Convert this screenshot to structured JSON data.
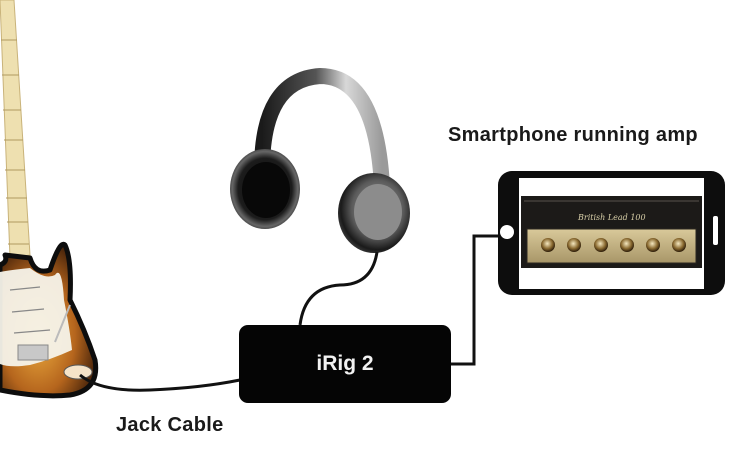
{
  "diagram": {
    "labels": {
      "phone": "Smartphone running amp",
      "jack": "Jack Cable",
      "interface": "iRig 2"
    },
    "amp_screen": {
      "brand_text": "British Lead 100",
      "knob_count": 6
    },
    "components": [
      "electric-guitar",
      "jack-cable",
      "iRig 2 interface",
      "headphones",
      "smartphone"
    ],
    "colors": {
      "cable": "#111111",
      "interface_box": "#050505",
      "guitar_body": "#b5651d",
      "amp_panel": "#c9b98a"
    }
  }
}
